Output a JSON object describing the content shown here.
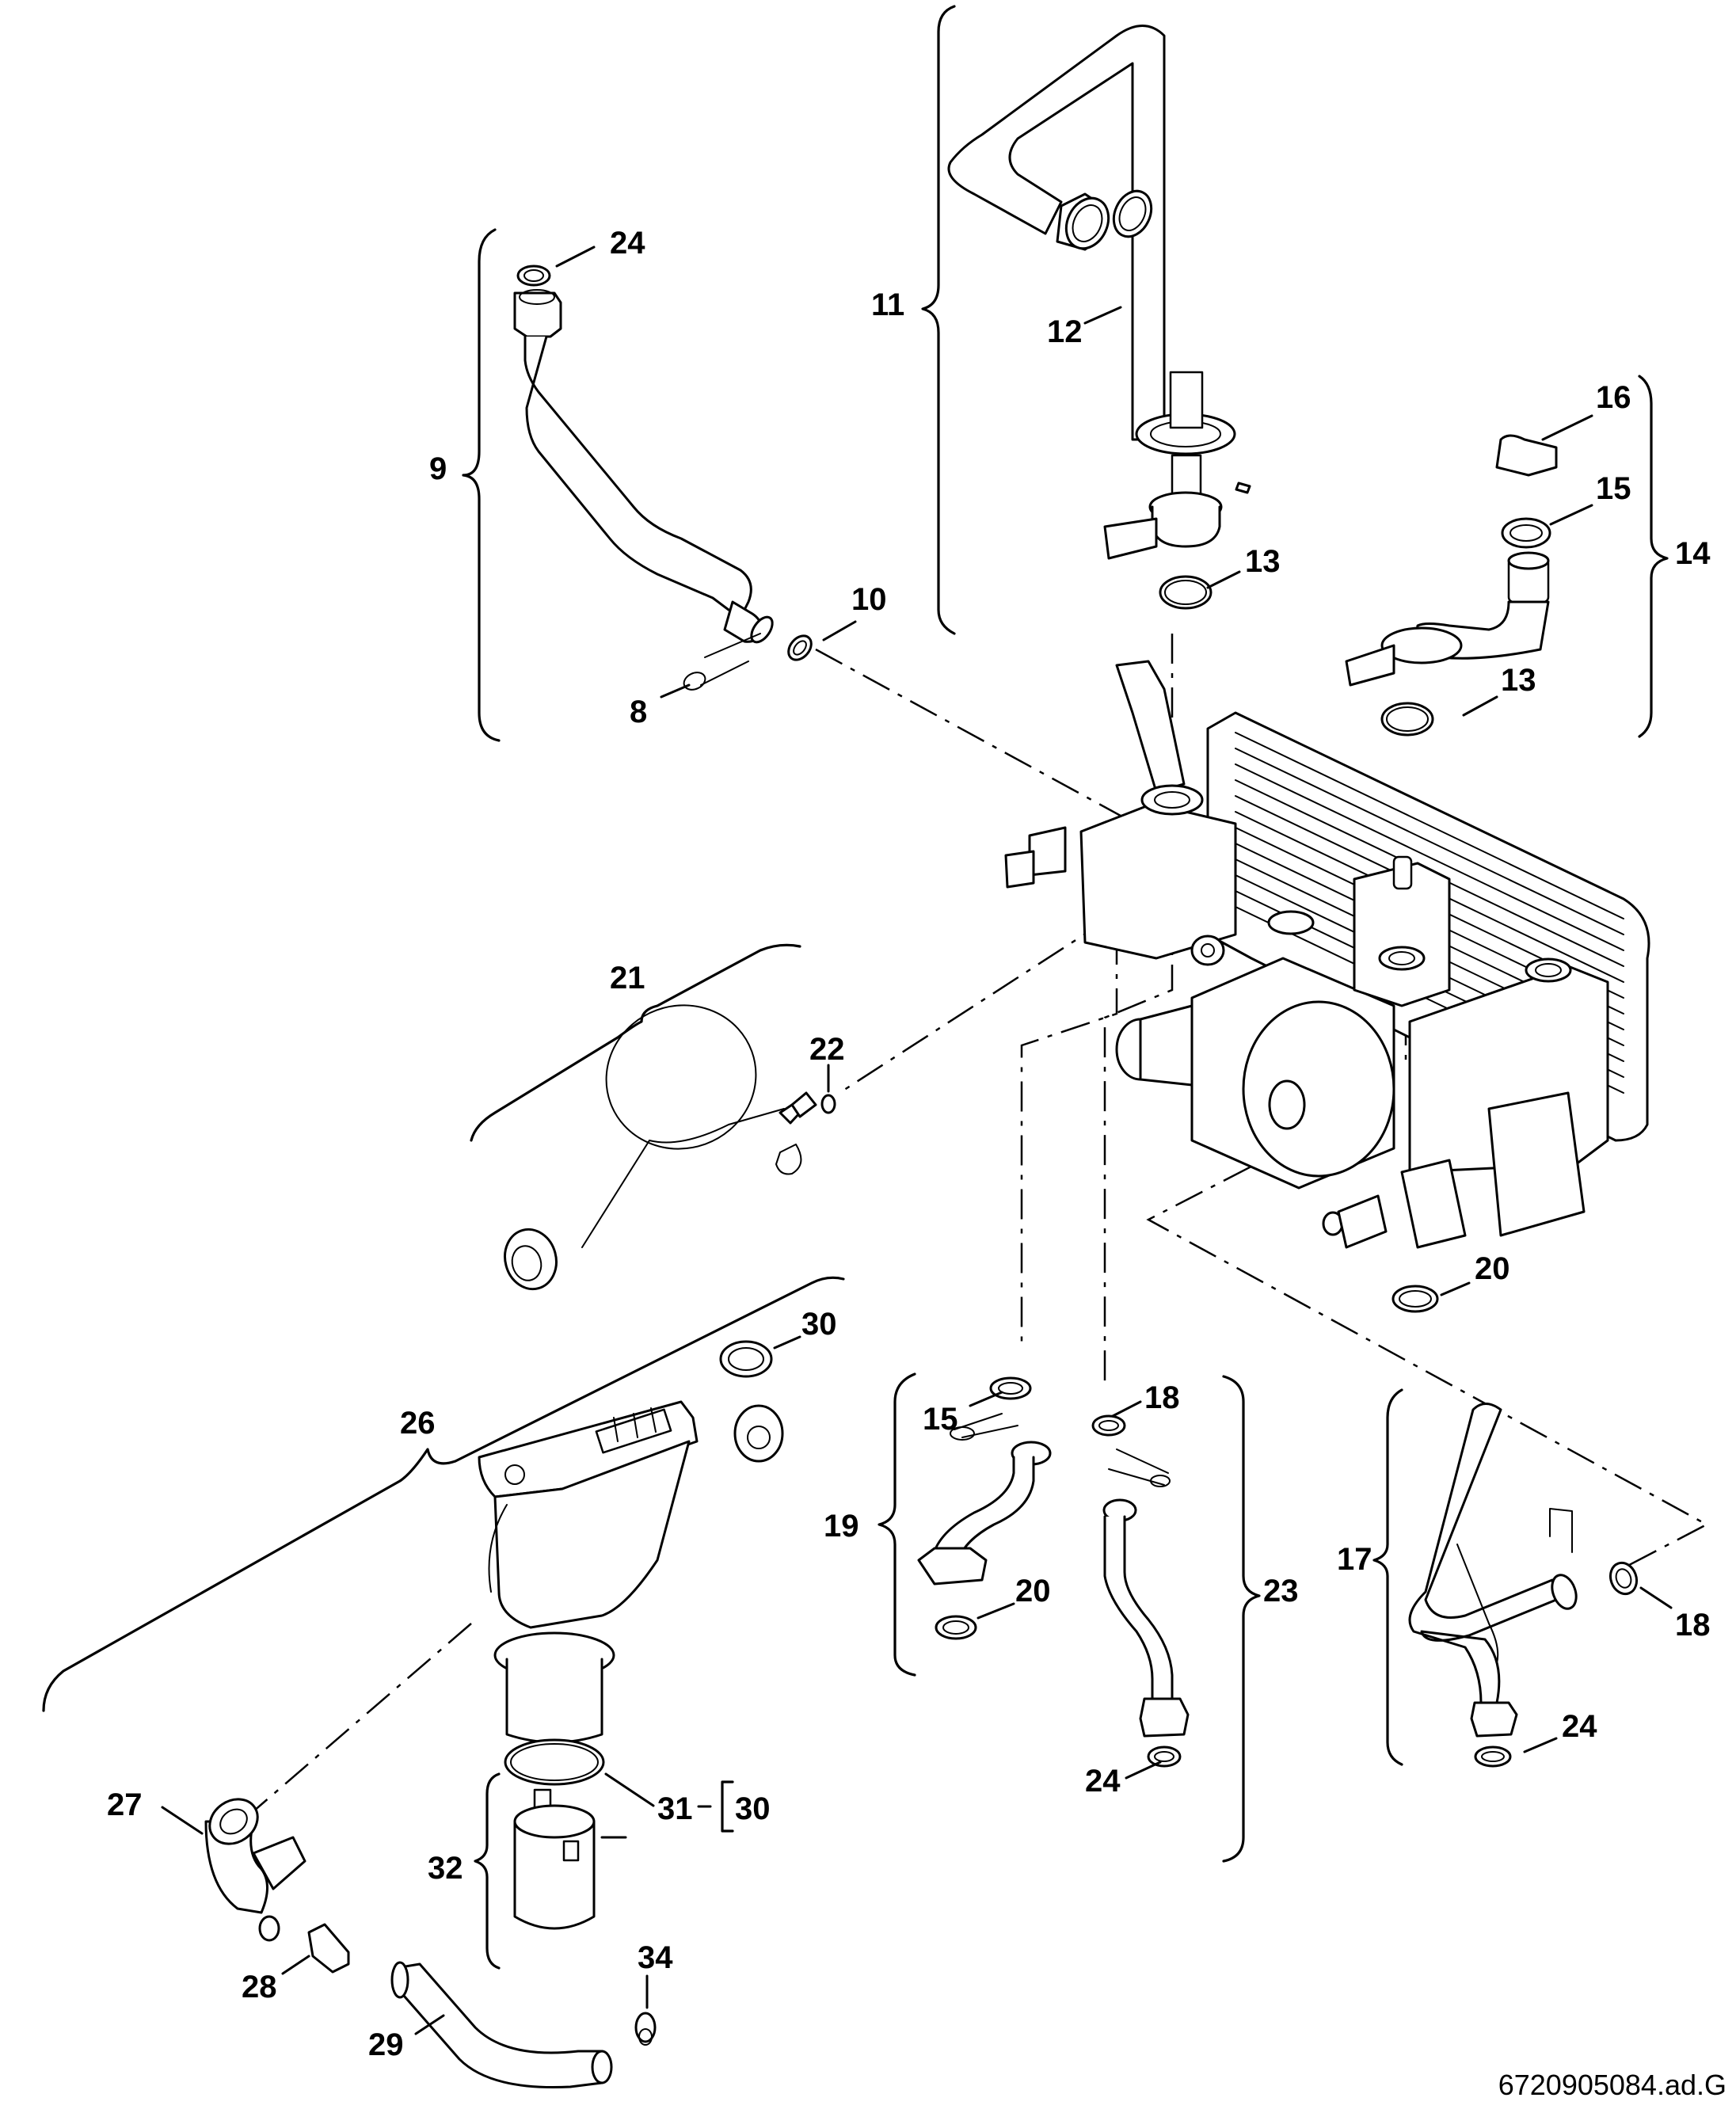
{
  "diagram": {
    "type": "exploded-view spare parts drawing",
    "subject": "boiler hydraulic block with pump, pipes, seals, clips and condensate trap",
    "document_id": "6720905084.ad.G"
  },
  "callouts": {
    "c8": "8",
    "c9": "9",
    "c10": "10",
    "c11": "11",
    "c12": "12",
    "c13a": "13",
    "c13b": "13",
    "c14": "14",
    "c15a": "15",
    "c15b": "15",
    "c16": "16",
    "c17": "17",
    "c18a": "18",
    "c18b": "18",
    "c19": "19",
    "c20a": "20",
    "c20b": "20",
    "c21": "21",
    "c22": "22",
    "c23": "23",
    "c24a": "24",
    "c24b": "24",
    "c24c": "24",
    "c26": "26",
    "c27": "27",
    "c28": "28",
    "c29": "29",
    "c30a": "30",
    "c30b": "30",
    "c31": "31",
    "c32": "32",
    "c34": "34"
  },
  "assemblies": [
    {
      "number": "9",
      "contains": [
        "24",
        "8",
        "10"
      ],
      "description": "pipe with nut"
    },
    {
      "number": "11",
      "contains": [
        "12",
        "13"
      ],
      "description": "bent pipe with flange"
    },
    {
      "number": "14",
      "contains": [
        "16",
        "15",
        "13"
      ],
      "description": "S-pipe with clip"
    },
    {
      "number": "17",
      "contains": [
        "18",
        "24"
      ],
      "description": "bent pipe with clip"
    },
    {
      "number": "19",
      "contains": [
        "15",
        "20"
      ],
      "description": "S-pipe with clip"
    },
    {
      "number": "21",
      "contains": [
        "22"
      ],
      "description": "drain cable with plug"
    },
    {
      "number": "23",
      "contains": [
        "18",
        "24"
      ],
      "description": "pipe with clip"
    },
    {
      "number": "26",
      "contains": [
        "30"
      ],
      "description": "condensate trap"
    },
    {
      "number": "32",
      "contains": [
        "31"
      ],
      "description": "float cup with seal"
    },
    {
      "number": "30",
      "contains": [
        "31"
      ],
      "description": "seal reference"
    }
  ]
}
